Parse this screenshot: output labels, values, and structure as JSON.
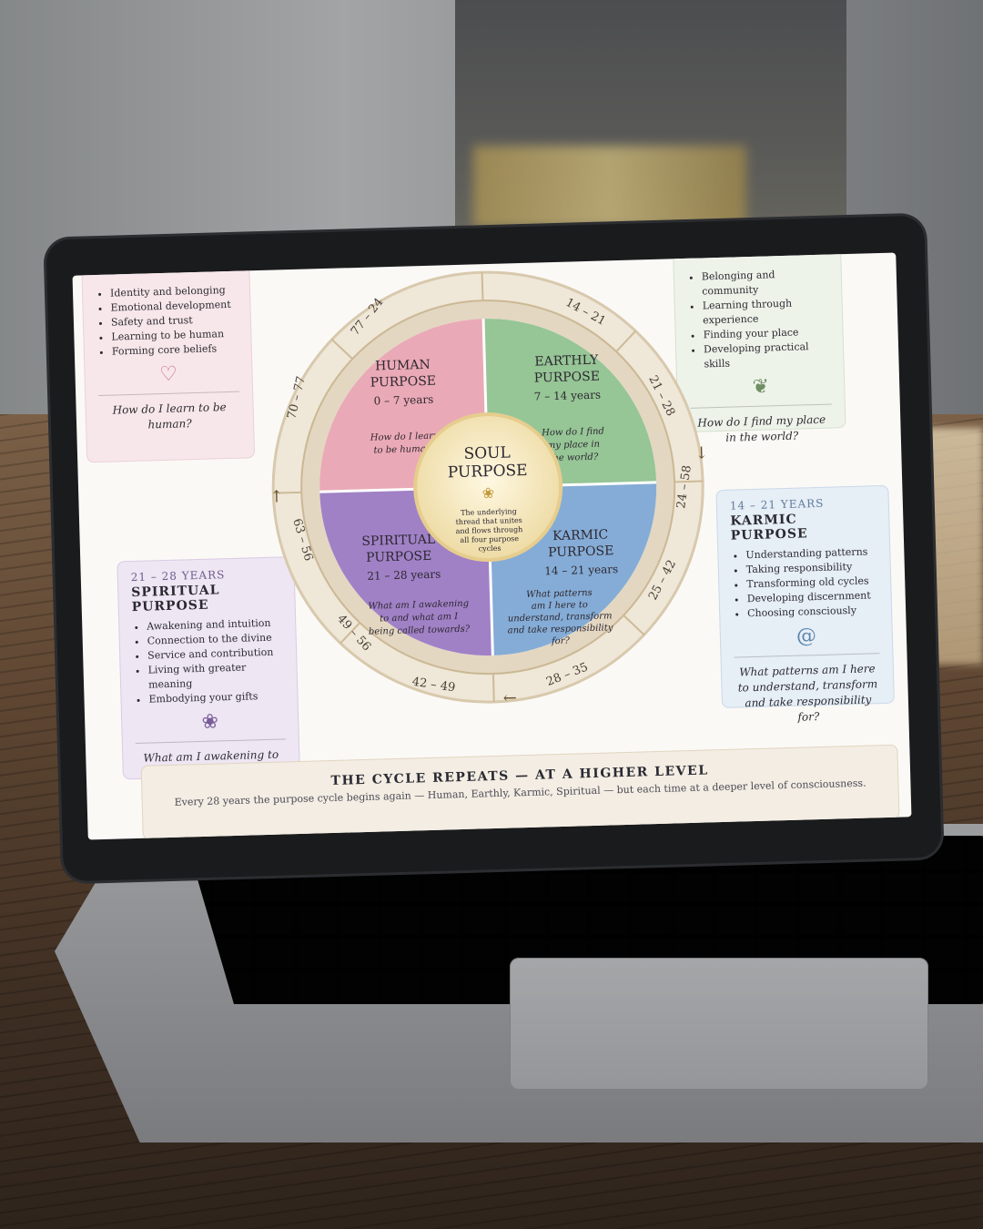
{
  "human_card": {
    "items": [
      "Identity and belonging",
      "Emotional development",
      "Safety and trust",
      "Learning to be human",
      "Forming core beliefs"
    ],
    "question": "How do I learn to be human?",
    "icon": "heart-icon"
  },
  "earthly_card": {
    "items": [
      "Belonging and community",
      "Learning through experience",
      "Finding your place",
      "Developing practical skills"
    ],
    "question": "How do I find my place in the world?",
    "icon": "leaf-icon"
  },
  "spiritual_card": {
    "years": "21 – 28 YEARS",
    "title": "SPIRITUAL PURPOSE",
    "items": [
      "Awakening and intuition",
      "Connection to the divine",
      "Service and contribution",
      "Living with greater meaning",
      "Embodying your gifts"
    ],
    "question": "What am I awakening to and what am I being called towards?",
    "icon": "lotus-icon"
  },
  "karmic_card": {
    "years": "14 – 21 YEARS",
    "title": "KARMIC PURPOSE",
    "items": [
      "Understanding patterns",
      "Taking responsibility",
      "Transforming old cycles",
      "Developing discernment",
      "Choosing consciously"
    ],
    "question": "What patterns am I here to understand, transform and take responsibility for?",
    "icon": "spiral-icon"
  },
  "wheel": {
    "center_title_1": "SOUL",
    "center_title_2": "PURPOSE",
    "center_text_1": "The underlying",
    "center_text_2": "thread that unites",
    "center_text_3": "and flows through",
    "center_text_4": "all four purpose",
    "center_text_5": "cycles",
    "human": {
      "t1": "HUMAN",
      "t2": "PURPOSE",
      "years": "0 – 7 years",
      "q1": "How do I learn",
      "q2": "to be human?"
    },
    "earthly": {
      "t1": "EARTHLY",
      "t2": "PURPOSE",
      "years": "7 – 14 years",
      "q1": "How do I find",
      "q2": "my place in",
      "q3": "the world?"
    },
    "karmic": {
      "t1": "KARMIC",
      "t2": "PURPOSE",
      "years": "14 – 21 years",
      "q1": "What patterns",
      "q2": "am I here to",
      "q3": "understand, transform",
      "q4": "and take responsibility",
      "q5": "for?"
    },
    "spiritual": {
      "t1": "SPIRITUAL",
      "t2": "PURPOSE",
      "years": "21 – 28 years",
      "q1": "What am I awakening",
      "q2": "to and what am I",
      "q3": "being called towards?"
    },
    "ring_labels": [
      "14 – 21",
      "21 – 28",
      "24 – 58",
      "25 – 42",
      "28 – 35",
      "42 – 49",
      "49 – 56",
      "63 – 56",
      "70 – 77",
      "77 – 24"
    ],
    "colors": {
      "human": "#e9a5b3",
      "earthly": "#8fc08f",
      "karmic": "#7fa8d4",
      "spiritual": "#9b7fc4",
      "ring": "#e8dfcf",
      "center": "#f4e6bf"
    }
  },
  "footer": {
    "heading": "THE CYCLE REPEATS — AT A HIGHER LEVEL",
    "text_1": "Every 28 years the purpose cycle begins again — Human, Earthly, Karmic, Spiritual — but each time at a deeper level of consciousness."
  }
}
